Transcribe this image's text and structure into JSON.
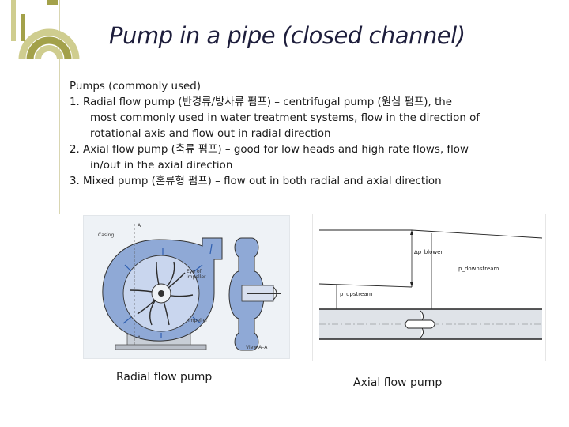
{
  "slide": {
    "title": "Pump in a pipe (closed channel)",
    "lines": [
      "Pumps (commonly used)",
      "1. Radial flow pump (반경류/방사류 펌프) – centrifugal pump (원심 펌프), the",
      "most commonly used in water treatment systems, flow in the direction of",
      "rotational axis and flow out in radial direction",
      "2. Axial flow pump (축류 펌프) – good for low heads and high rate flows, flow",
      "in/out in the axial direction",
      "3. Mixed pump (혼류형 펌프) – flow out in both radial and axial direction"
    ]
  },
  "figures": {
    "radial": {
      "caption": "Radial flow pump",
      "labels": {
        "a_top": "A",
        "casing": "Casing",
        "eye": "Eye of",
        "impeller_line2": "impeller",
        "impeller": "Impeller",
        "a_bottom": "A",
        "view": "View A–A"
      }
    },
    "axial": {
      "caption": "Axial flow pump",
      "labels": {
        "dp": "Δp_blower",
        "pdown": "p_downstream",
        "pup": "p_upstream"
      }
    }
  },
  "colors": {
    "title": "#1e1e3c",
    "logo_olive": "#a3a14a",
    "logo_light": "#cfcd8f",
    "pump_blue": "#8fa9d6",
    "arrow_blue": "#2f5fb0"
  }
}
